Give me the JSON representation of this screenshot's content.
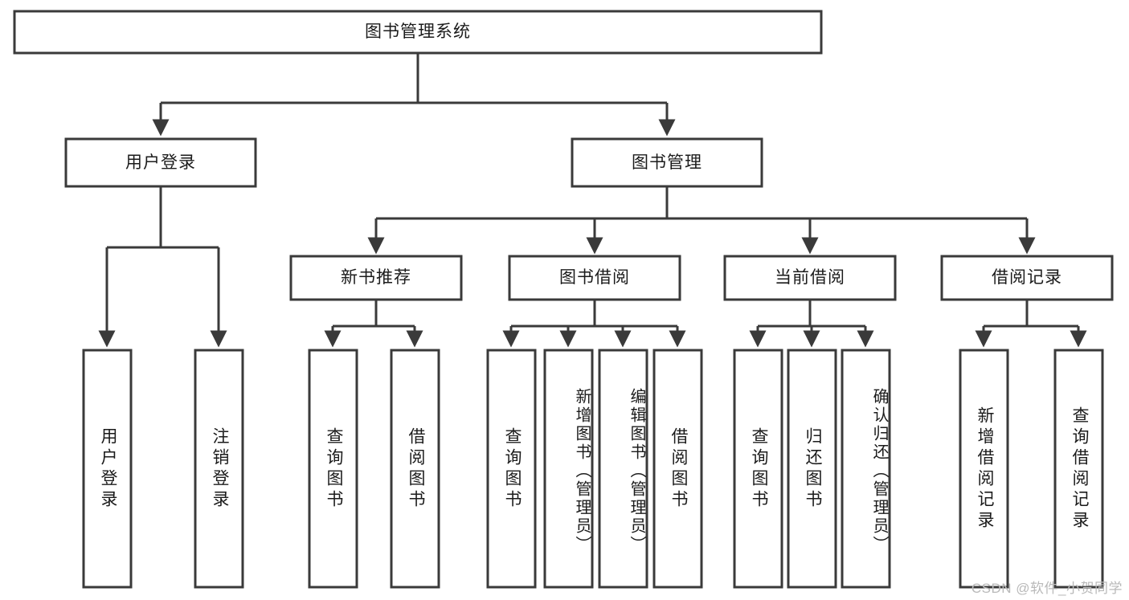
{
  "diagram": {
    "type": "tree-hierarchy-functional-decomposition",
    "title_node": "图书管理系统",
    "watermark": "CSDN @软件_小贺同学",
    "colors": {
      "stroke": "#3a3a3a",
      "box_fill": "#ffffff",
      "text": "#1b1b1b",
      "watermark": "#b9b9b9",
      "background": "#ffffff"
    },
    "levels": {
      "level0": [
        {
          "id": "root",
          "label": "图书管理系统",
          "orientation": "horizontal"
        }
      ],
      "level1": [
        {
          "id": "user-login",
          "label": "用户登录",
          "orientation": "horizontal"
        },
        {
          "id": "book-management",
          "label": "图书管理",
          "orientation": "horizontal"
        }
      ],
      "level2": [
        {
          "id": "new-book-recommend",
          "label": "新书推荐",
          "orientation": "horizontal",
          "parent": "book-management"
        },
        {
          "id": "book-borrow",
          "label": "图书借阅",
          "orientation": "horizontal",
          "parent": "book-management"
        },
        {
          "id": "current-borrow",
          "label": "当前借阅",
          "orientation": "horizontal",
          "parent": "book-management"
        },
        {
          "id": "borrow-record",
          "label": "借阅记录",
          "orientation": "horizontal",
          "parent": "book-management"
        }
      ],
      "level3": [
        {
          "id": "leaf-user-login",
          "label": "用户登录",
          "orientation": "vertical",
          "parent": "user-login"
        },
        {
          "id": "leaf-logout-login",
          "label": "注销登录",
          "orientation": "vertical",
          "parent": "user-login"
        },
        {
          "id": "leaf-query-book-1",
          "label": "查询图书",
          "orientation": "vertical",
          "parent": "new-book-recommend"
        },
        {
          "id": "leaf-borrow-book-1",
          "label": "借阅图书",
          "orientation": "vertical",
          "parent": "new-book-recommend"
        },
        {
          "id": "leaf-query-book-2",
          "label": "查询图书",
          "orientation": "vertical",
          "parent": "book-borrow"
        },
        {
          "id": "leaf-add-book",
          "label": "新增图书（管理员）",
          "orientation": "vertical",
          "parent": "book-borrow"
        },
        {
          "id": "leaf-edit-book",
          "label": "编辑图书（管理员）",
          "orientation": "vertical",
          "parent": "book-borrow"
        },
        {
          "id": "leaf-borrow-book-2",
          "label": "借阅图书",
          "orientation": "vertical",
          "parent": "book-borrow"
        },
        {
          "id": "leaf-query-book-3",
          "label": "查询图书",
          "orientation": "vertical",
          "parent": "current-borrow"
        },
        {
          "id": "leaf-return-book",
          "label": "归还图书",
          "orientation": "vertical",
          "parent": "current-borrow"
        },
        {
          "id": "leaf-confirm-return",
          "label": "确认归还（管理员）",
          "orientation": "vertical",
          "parent": "current-borrow"
        },
        {
          "id": "leaf-add-borrow-record",
          "label": "新增借阅记录",
          "orientation": "vertical",
          "parent": "borrow-record"
        },
        {
          "id": "leaf-query-borrow-record",
          "label": "查询借阅记录",
          "orientation": "vertical",
          "parent": "borrow-record"
        }
      ]
    }
  }
}
